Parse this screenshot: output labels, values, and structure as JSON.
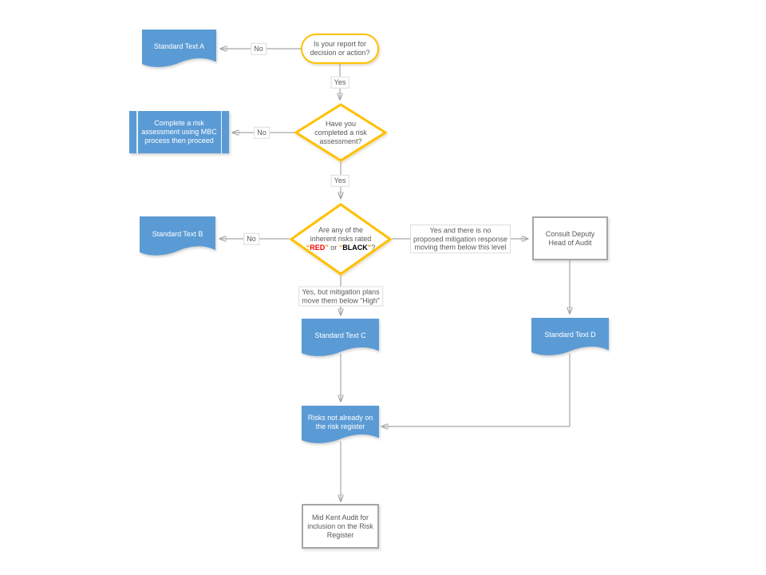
{
  "colors": {
    "shape_blue": "#5B9BD5",
    "outline_orange": "#FFC000",
    "connector_gray": "#A6A6A6",
    "text_gray": "#595959",
    "red_text": "#FF0000",
    "black_text": "#000000",
    "quote_gold": "#DFA000",
    "background": "#FFFFFF"
  },
  "nodes": {
    "report_question_lines": [
      "Is your report for",
      "decision or action?"
    ],
    "standard_text_a": "Standard Text A",
    "assessment_question_lines": [
      "Have you",
      "completed a risk",
      "assessment?"
    ],
    "mbc_process_lines": [
      "Complete a risk",
      "assessment using MBC",
      "process then proceed"
    ],
    "rating_question": {
      "line1": "Are any of the",
      "line2": "inherent risks rated",
      "q_open1": "“",
      "red": "RED",
      "q_close1": "”",
      "or": " or ",
      "q_open2": "“",
      "black": "BLACK",
      "q_close2": "”",
      "question_mark": "?"
    },
    "standard_text_b": "Standard Text B",
    "consult_lines": [
      "Consult Deputy",
      "Head of Audit"
    ],
    "standard_text_c": "Standard Text C",
    "standard_text_d": "Standard Text D",
    "risks_register_lines": [
      "Risks not already on",
      "the risk register"
    ],
    "mid_kent_lines": [
      "Mid Kent Audit for",
      "inclusion on the Risk",
      "Register"
    ]
  },
  "edge_labels": {
    "no_report": "No",
    "yes_report": "Yes",
    "no_assessment": "No",
    "yes_assessment": "Yes",
    "no_rating": "No",
    "yes_no_mitigation_lines": [
      "Yes and there is no",
      "proposed mitigation response",
      "moving them below this level"
    ],
    "yes_mitigation_lines": [
      "Yes, but mitigation plans",
      "move them below “High”"
    ]
  }
}
